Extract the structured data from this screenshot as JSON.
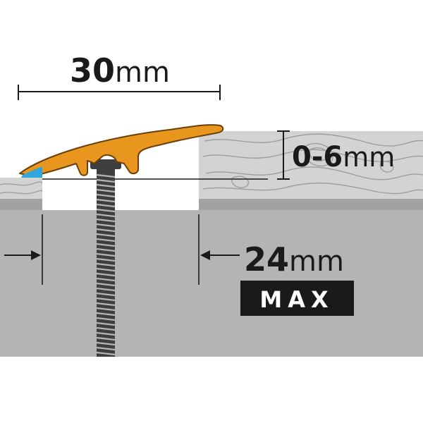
{
  "dimensions": {
    "width_label": {
      "number": "30",
      "unit": "mm"
    },
    "height_label": {
      "number": "0-6",
      "unit": "mm"
    },
    "gap_label": {
      "number": "24",
      "unit": "mm"
    },
    "gap_badge": "MAX"
  },
  "colors": {
    "profile": "#e8961e",
    "profile_outline": "#6b3f08",
    "tape": "#2fa6e0",
    "subfloor": "#b4b4b4",
    "subfloor_top": "#a2a2a2",
    "wood_floor": "#d3d3d3",
    "wood_grain": "#9e9e9e",
    "screw": "#3e3e3e",
    "text": "#1a1a1a",
    "badge_bg": "#1a1a1a",
    "badge_text": "#ffffff"
  }
}
